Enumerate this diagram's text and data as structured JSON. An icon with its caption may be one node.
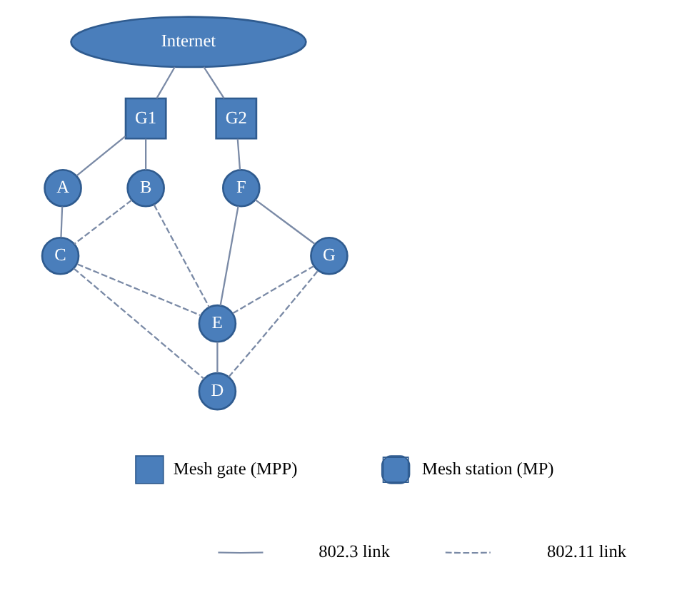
{
  "diagram": {
    "nodes": [
      {
        "text": [
          "Internet"
        ]
      },
      {
        "text": [
          "G1"
        ]
      },
      {
        "text": [
          "G2"
        ]
      },
      {
        "text": [
          "A"
        ]
      },
      {
        "text": [
          "F"
        ]
      },
      {
        "text": [
          "B"
        ]
      },
      {
        "text": [
          "E"
        ]
      },
      {
        "text": [
          "G"
        ]
      },
      {
        "text": [
          "C"
        ]
      },
      {
        "text": [
          "D"
        ]
      }
    ],
    "edges": [
      {
        "from": 0,
        "to": 1,
        "arrow": "none"
      },
      {
        "from": 0,
        "to": 2,
        "arrow": "none"
      },
      {
        "from": 1,
        "to": 3,
        "arrow": "none"
      },
      {
        "from": 1,
        "to": 5,
        "arrow": "none"
      },
      {
        "from": 2,
        "to": 4,
        "arrow": "none"
      },
      {
        "from": 3,
        "to": 8,
        "arrow": "none"
      },
      {
        "from": 4,
        "to": 6,
        "arrow": "none"
      },
      {
        "from": 4,
        "to": 7,
        "arrow": "none"
      },
      {
        "from": 6,
        "to": 9,
        "arrow": "none"
      },
      {
        "from": 5,
        "to": 8,
        "arrow": "none",
        "style": "dashed"
      },
      {
        "from": 5,
        "to": 6,
        "arrow": "none",
        "style": "dashed"
      },
      {
        "from": 8,
        "to": 6,
        "arrow": "none",
        "style": "dashed"
      },
      {
        "from": 6,
        "to": 7,
        "arrow": "none",
        "style": "dashed"
      },
      {
        "from": 8,
        "to": 9,
        "arrow": "none",
        "style": "dashed"
      },
      {
        "from": 9,
        "to": 7,
        "arrow": "none",
        "style": "dashed"
      }
    ],
    "legend": [
      {
        "text": "Mesh gate (MPP)"
      },
      {
        "text": "Mesh station (MP)"
      },
      {
        "text": "802.3 link"
      },
      {
        "text": "802.11 link"
      }
    ]
  }
}
